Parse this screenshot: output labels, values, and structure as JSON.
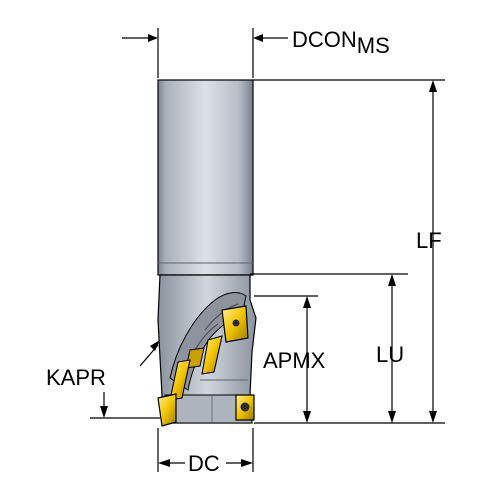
{
  "labels": {
    "dcon": "DCON",
    "dcon_sub": "MS",
    "lf": "LF",
    "lu": "LU",
    "apmx": "APMX",
    "kapr": "KAPR",
    "dc": "DC"
  },
  "colors": {
    "shank_light": "#cbd0d8",
    "shank_dark": "#6f7782",
    "insert_yellow": "#f2c400",
    "insert_dark": "#3a3000",
    "line": "#000000"
  }
}
